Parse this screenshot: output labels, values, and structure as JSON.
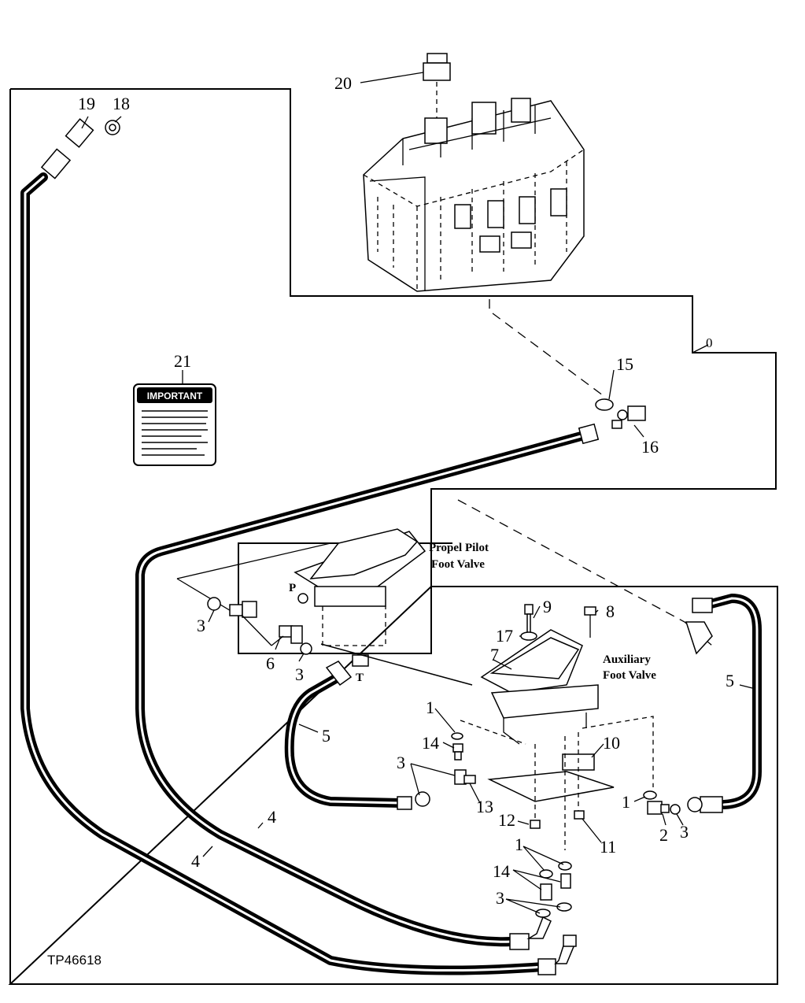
{
  "figure_id": "TP46618",
  "assemblies": {
    "propel_pilot": [
      "Propel Pilot",
      "Foot Valve"
    ],
    "auxiliary": [
      "Auxiliary",
      "Foot Valve"
    ]
  },
  "port_labels": {
    "p": "P",
    "t": "T"
  },
  "important_decal": {
    "title": "IMPORTANT"
  },
  "callouts": {
    "c0": "0",
    "c1a": "1",
    "c1b": "1",
    "c1c": "1",
    "c2": "2",
    "c3a": "3",
    "c3b": "3",
    "c3c": "3",
    "c3d": "3",
    "c3e": "3",
    "c4a": "4",
    "c4b": "4",
    "c5a": "5",
    "c5b": "5",
    "c6": "6",
    "c7": "7",
    "c8": "8",
    "c9": "9",
    "c10": "10",
    "c11": "11",
    "c12": "12",
    "c13": "13",
    "c14a": "14",
    "c14b": "14",
    "c15": "15",
    "c16": "16",
    "c17": "17",
    "c18": "18",
    "c19": "19",
    "c20": "20",
    "c21": "21"
  },
  "icons": [
    "control-valve-icon",
    "hose-icon",
    "fitting-icon",
    "o-ring-icon",
    "foot-pedal-icon",
    "warning-decal-icon"
  ]
}
